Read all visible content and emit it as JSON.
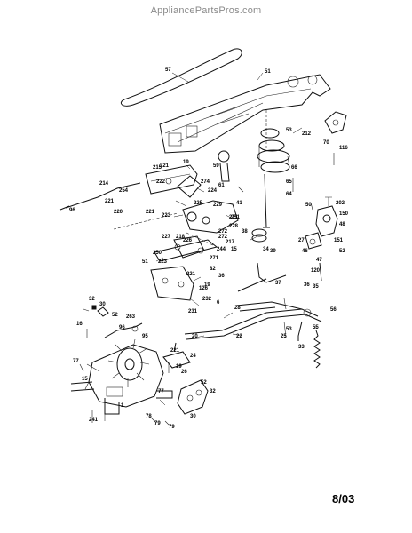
{
  "watermark": "AppliancePartsPros.com",
  "page_code": "8/03",
  "callouts": [
    "57",
    "51",
    "53",
    "212",
    "70",
    "116",
    "66",
    "59",
    "61",
    "65",
    "64",
    "19",
    "221",
    "215",
    "274",
    "222",
    "214",
    "254",
    "221",
    "220",
    "96",
    "225",
    "224",
    "229",
    "221",
    "223",
    "251",
    "228",
    "272",
    "50",
    "202",
    "150",
    "48",
    "41",
    "38",
    "39",
    "271",
    "218",
    "272",
    "226",
    "217",
    "27",
    "46",
    "47",
    "227",
    "223",
    "244",
    "271",
    "250",
    "51",
    "221",
    "15",
    "36",
    "82",
    "34",
    "120",
    "151",
    "52",
    "126",
    "19",
    "231",
    "232",
    "6",
    "37",
    "36",
    "35",
    "32",
    "30",
    "52",
    "16",
    "263",
    "95",
    "96",
    "20",
    "28",
    "22",
    "56",
    "53",
    "55",
    "33",
    "77",
    "221",
    "25",
    "24",
    "19",
    "26",
    "15",
    "77",
    "52",
    "32",
    "30",
    "78",
    "79",
    "79",
    "241",
    "1"
  ]
}
